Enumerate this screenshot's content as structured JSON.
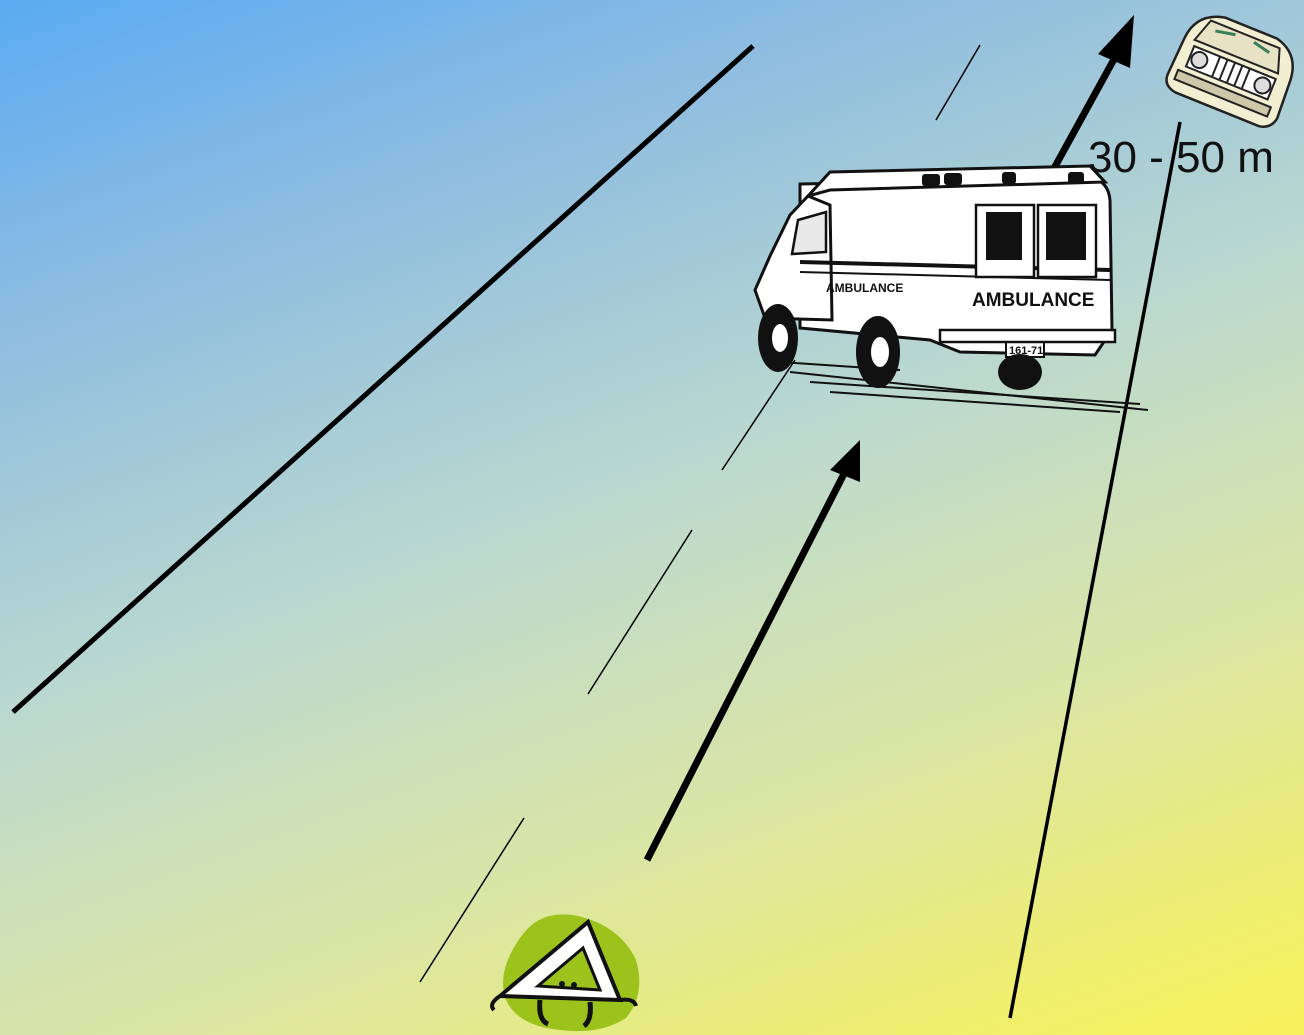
{
  "scene": {
    "distance_label": "30 - 50 m",
    "ambulance_side_text": "AMBULANCE",
    "ambulance_rear_text": "AMBULANCE",
    "ambulance_plate_text": "161-71"
  },
  "colors": {
    "road_lines": "#000000",
    "ambulance_body": "#ffffff",
    "ambulance_outline": "#111111",
    "triangle_blob": "#9bc31c",
    "car_body": "#f2eed2"
  },
  "icons": [
    "ambulance-icon",
    "car-icon",
    "warning-triangle-icon"
  ]
}
